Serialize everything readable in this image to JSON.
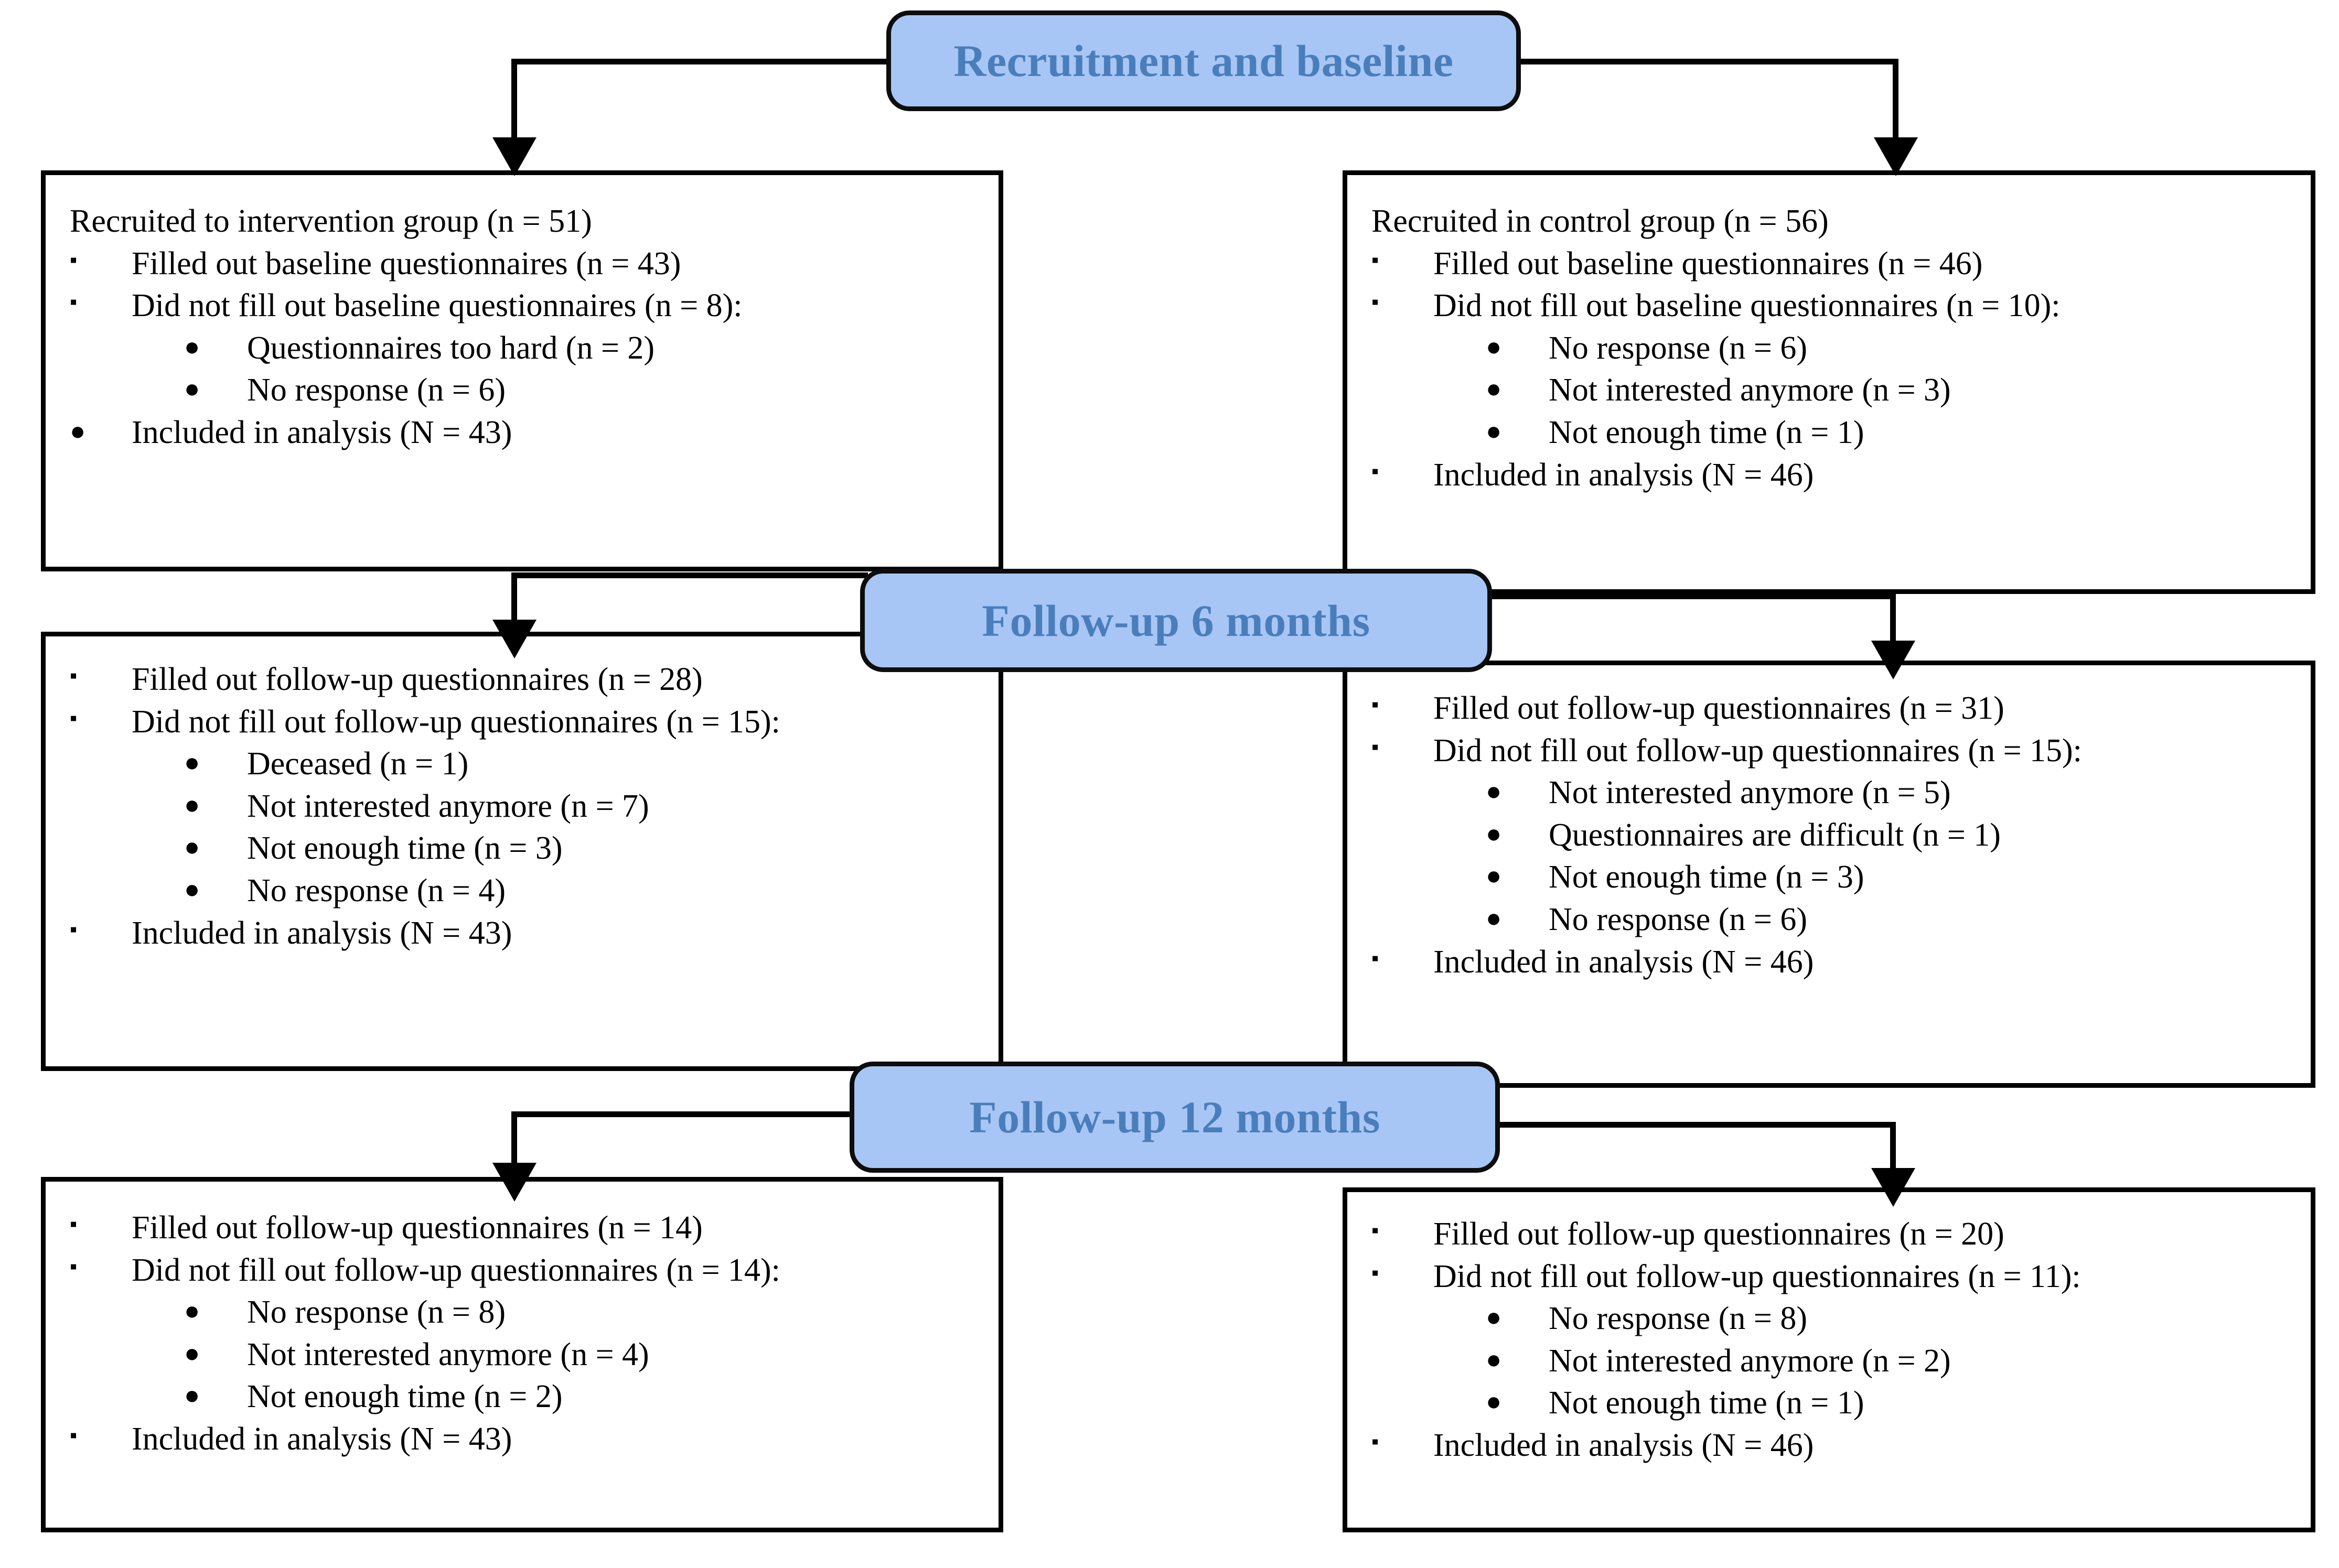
{
  "figure": {
    "type": "participant-flow-diagram",
    "accent_color": "#A8C6F5",
    "banner_text_color": "#4A7EBB",
    "border_color": "#000000"
  },
  "banners": [
    {
      "id": "recruitment-baseline",
      "label": "Recruitment and baseline"
    },
    {
      "id": "follow-up-6-months",
      "label": "Follow-up 6 months"
    },
    {
      "id": "follow-up-12-months",
      "label": "Follow-up 12 months"
    }
  ],
  "boxes": {
    "baseline_intervention": {
      "id": "baseline-intervention-box",
      "lines": [
        {
          "level": 0,
          "bullet": "none",
          "text": "Recruited to intervention group (n = 51)"
        },
        {
          "level": 1,
          "bullet": "square",
          "text": "Filled out baseline questionnaires (n = 43)"
        },
        {
          "level": 1,
          "bullet": "square",
          "text": "Did not fill out baseline questionnaires (n = 8):"
        },
        {
          "level": 2,
          "bullet": "round",
          "text": "Questionnaires too hard (n = 2)"
        },
        {
          "level": 2,
          "bullet": "round",
          "text": "No response (n = 6)"
        },
        {
          "level": 1,
          "bullet": "round",
          "text": "Included in analysis (N = 43)"
        }
      ]
    },
    "baseline_control": {
      "id": "baseline-control-box",
      "lines": [
        {
          "level": 0,
          "bullet": "none",
          "text": "Recruited in control group (n = 56)"
        },
        {
          "level": 1,
          "bullet": "square",
          "text": "Filled out baseline questionnaires (n = 46)"
        },
        {
          "level": 1,
          "bullet": "square",
          "text": "Did not fill out baseline questionnaires (n = 10):"
        },
        {
          "level": 2,
          "bullet": "round",
          "text": "No response (n = 6)"
        },
        {
          "level": 2,
          "bullet": "round",
          "text": "Not interested anymore (n = 3)"
        },
        {
          "level": 2,
          "bullet": "round",
          "text": "Not enough time (n = 1)"
        },
        {
          "level": 1,
          "bullet": "square",
          "text": "Included in analysis (N = 46)"
        }
      ]
    },
    "fu6_intervention": {
      "id": "followup-6m-intervention-box",
      "lines": [
        {
          "level": 1,
          "bullet": "square",
          "text": "Filled out follow-up questionnaires (n = 28)"
        },
        {
          "level": 1,
          "bullet": "square",
          "text": "Did not fill out follow-up questionnaires (n = 15):"
        },
        {
          "level": 2,
          "bullet": "round",
          "text": "Deceased (n = 1)"
        },
        {
          "level": 2,
          "bullet": "round",
          "text": "Not interested anymore (n = 7)"
        },
        {
          "level": 2,
          "bullet": "round",
          "text": "Not enough time (n = 3)"
        },
        {
          "level": 2,
          "bullet": "round",
          "text": "No response (n = 4)"
        },
        {
          "level": 1,
          "bullet": "square",
          "text": "Included in analysis (N = 43)"
        }
      ]
    },
    "fu6_control": {
      "id": "followup-6m-control-box",
      "lines": [
        {
          "level": 1,
          "bullet": "square",
          "text": "Filled out follow-up questionnaires (n = 31)"
        },
        {
          "level": 1,
          "bullet": "square",
          "text": "Did not fill out follow-up questionnaires (n = 15):"
        },
        {
          "level": 2,
          "bullet": "round",
          "text": "Not interested anymore (n = 5)"
        },
        {
          "level": 2,
          "bullet": "round",
          "text": "Questionnaires are difficult (n = 1)"
        },
        {
          "level": 2,
          "bullet": "round",
          "text": "Not enough time (n = 3)"
        },
        {
          "level": 2,
          "bullet": "round",
          "text": "No response (n = 6)"
        },
        {
          "level": 1,
          "bullet": "square",
          "text": "Included in analysis (N = 46)"
        }
      ]
    },
    "fu12_intervention": {
      "id": "followup-12m-intervention-box",
      "lines": [
        {
          "level": 1,
          "bullet": "square",
          "text": "Filled out follow-up questionnaires (n = 14)"
        },
        {
          "level": 1,
          "bullet": "square",
          "text": "Did not fill out follow-up questionnaires (n = 14):"
        },
        {
          "level": 2,
          "bullet": "round",
          "text": "No response (n = 8)"
        },
        {
          "level": 2,
          "bullet": "round",
          "text": "Not interested anymore (n = 4)"
        },
        {
          "level": 2,
          "bullet": "round",
          "text": "Not enough time (n = 2)"
        },
        {
          "level": 1,
          "bullet": "square",
          "text": "Included in analysis (N = 43)"
        }
      ]
    },
    "fu12_control": {
      "id": "followup-12m-control-box",
      "lines": [
        {
          "level": 1,
          "bullet": "square",
          "text": "Filled out follow-up questionnaires (n = 20)"
        },
        {
          "level": 1,
          "bullet": "square",
          "text": "Did not fill out follow-up questionnaires (n = 11):"
        },
        {
          "level": 2,
          "bullet": "round",
          "text": "No response (n = 8)"
        },
        {
          "level": 2,
          "bullet": "round",
          "text": "Not interested anymore (n = 2)"
        },
        {
          "level": 2,
          "bullet": "round",
          "text": "Not enough time (n = 1)"
        },
        {
          "level": 1,
          "bullet": "square",
          "text": "Included in analysis (N = 46)"
        }
      ]
    }
  },
  "glyphs": {
    "square_bullet": "▪",
    "round_bullet": "●"
  }
}
